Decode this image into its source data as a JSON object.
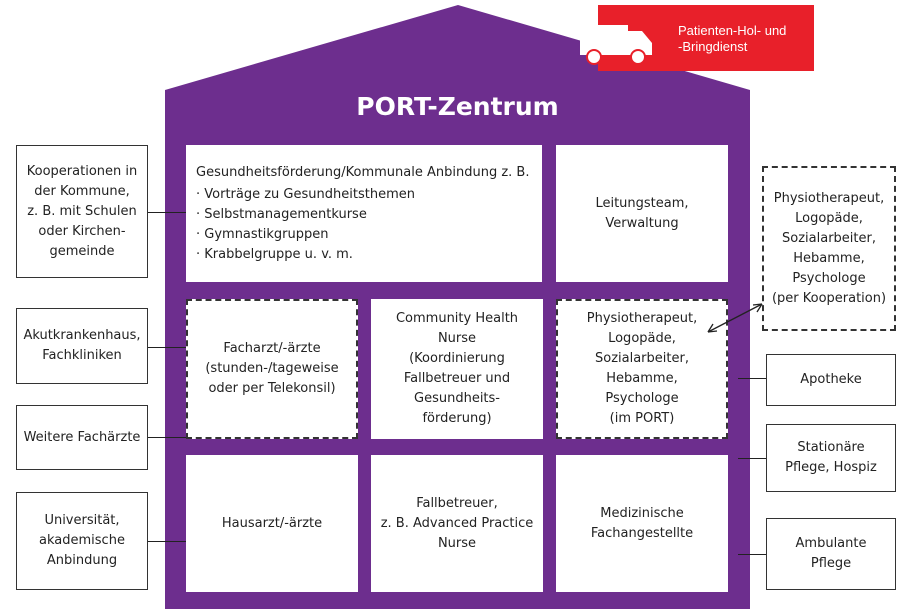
{
  "banner": {
    "line1": "Patienten-Hol- und",
    "line2": "-Bringdienst",
    "icon": "ambulance-icon",
    "color": "#e8202a"
  },
  "house": {
    "title": "PORT-Zentrum",
    "color": "#6d2e8e"
  },
  "inner": {
    "gesundheit": {
      "heading": "Gesundheitsförderung/Kommunale Anbindung z. B.",
      "items": [
        "Vorträge zu Gesundheitsthemen",
        "Selbstmanagementkurse",
        "Gymnastikgruppen",
        "Krabbelgruppe u. v. m."
      ]
    },
    "leitung": [
      "Leitungsteam,",
      "Verwaltung"
    ],
    "facharzt": [
      "Facharzt/-ärzte",
      "(stunden-/tageweise",
      "oder per Telekonsil)"
    ],
    "chn": [
      "Community Health",
      "Nurse",
      "(Koordinierung",
      "Fallbetreuer und",
      "Gesundheits-",
      "förderung)"
    ],
    "physio_port": [
      "Physiotherapeut,",
      "Logopäde,",
      "Sozialarbeiter,",
      "Hebamme,",
      "Psychologe",
      "(im PORT)"
    ],
    "hausarzt": [
      "Hausarzt/-ärzte"
    ],
    "fallbetreuer": [
      "Fallbetreuer,",
      "z. B. Advanced Practice",
      "Nurse"
    ],
    "mfa": [
      "Medizinische",
      "Fachangestellte"
    ]
  },
  "left": {
    "kooperation": [
      "Kooperationen in",
      "der Kommune,",
      "z. B. mit Schulen",
      "oder Kirchen-",
      "gemeinde"
    ],
    "akut": [
      "Akutkrankenhaus,",
      "Fachkliniken"
    ],
    "weitere": [
      "Weitere Fachärzte"
    ],
    "uni": [
      "Universität,",
      "akademische",
      "Anbindung"
    ]
  },
  "right": {
    "physio_koop": [
      "Physiotherapeut,",
      "Logopäde,",
      "Sozialarbeiter,",
      "Hebamme,",
      "Psychologe",
      "(per Kooperation)"
    ],
    "apotheke": [
      "Apotheke"
    ],
    "stationaer": [
      "Stationäre",
      "Pflege, Hospiz"
    ],
    "ambulant": [
      "Ambulante",
      "Pflege"
    ]
  }
}
